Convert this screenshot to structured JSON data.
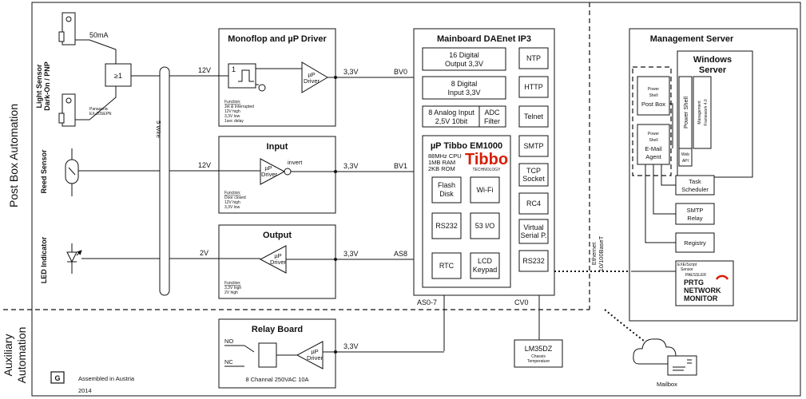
{
  "side": {
    "post_box_automation": "Post Box Automation",
    "auxiliary": "Auxiliary",
    "automation": "Automation"
  },
  "sensors": {
    "light_line1": "Light Sensor",
    "light_line2": "Dark-On / PNP",
    "current": "50mA",
    "panasonic_line1": "Panasonic",
    "panasonic_line2": "EX-20SEPN",
    "reed": "Reed Sensor",
    "led": "LED Indicator"
  },
  "or_gate": "≥1",
  "wire_bus": "5 Wire",
  "monoflop": {
    "title": "Monoflop and µP Driver",
    "in_volt": "12V",
    "out_volt": "3,3V",
    "signal": "BV0",
    "driver_line1": "µP",
    "driver_line2": "Driver",
    "func_title": "Function:",
    "func_lines": [
      "Jet & Interrupted",
      "12V high",
      "3,3V low",
      "1sec delay"
    ]
  },
  "input": {
    "title": "Input",
    "invert": "invert",
    "in_volt": "12V",
    "out_volt": "3,3V",
    "signal": "BV1",
    "driver_line1": "µP",
    "driver_line2": "Driver",
    "func_title": "Function:",
    "func_lines": [
      "Door closed",
      "12V high",
      "3,3V low"
    ]
  },
  "output": {
    "title": "Output",
    "in_volt": "2V",
    "out_volt": "3,3V",
    "signal": "AS8",
    "driver_line1": "µP",
    "driver_line2": "Driver",
    "func_title": "Function:",
    "func_lines": [
      "3,3V high",
      "2V high"
    ]
  },
  "mainboard": {
    "title": "Mainboard DAEnet IP3",
    "digital_out_line1": "16 Digital",
    "digital_out_line2": "Output 3,3V",
    "digital_in_line1": "8 Digital",
    "digital_in_line2": "Input 3,3V",
    "analog_line1": "8 Analog Input",
    "analog_line2": "2,5V 10bit",
    "adc_line1": "ADC",
    "adc_line2": "Filter",
    "tibbo_title": "µP Tibbo EM1000",
    "tibbo_specs": [
      "88MHz CPU",
      "1MB RAM",
      "2KB ROM"
    ],
    "tibbo_logo": "Tibbo",
    "tibbo_logo_sub": "TECHNOLOGY",
    "flash_line1": "Flash",
    "flash_line2": "Disk",
    "wifi": "Wi-Fi",
    "rs232_inner": "RS232",
    "io": "53 I/O",
    "rtc": "RTC",
    "lcd_line1": "LCD",
    "lcd_line2": "Keypad",
    "right_col": [
      [
        "NTP"
      ],
      [
        "HTTP"
      ],
      [
        "Telnet"
      ],
      [
        "SMTP"
      ],
      [
        "TCP",
        "Socket"
      ],
      [
        "RC4"
      ],
      [
        "Virtual",
        "Serial P."
      ],
      [
        "RS232"
      ]
    ],
    "as_label": "AS0-7",
    "cv_label": "CV0"
  },
  "ethernet_line1": "Ethernet",
  "ethernet_line2": "10/100BaseT",
  "server": {
    "title": "Management Server",
    "windows_line1": "Windows",
    "windows_line2": "Server",
    "ps_post_line1": "Power",
    "ps_post_line2": "Shell",
    "ps_post_line3": "Post Box",
    "ps_mail_line1": "Power",
    "ps_mail_line2": "Shell",
    "ps_mail_line3": "E-Mail",
    "ps_mail_line4": "Agent",
    "powershell_vertical": "Power Shell",
    "framework_line1": "Management",
    "framework_line2": "Framework 4.0",
    "webapi_line1": "Web",
    "webapi_line2": "API",
    "task_line1": "Task",
    "task_line2": "Scheduler",
    "smtp_line1": "SMTP",
    "smtp_line2": "Relay",
    "registry": "Registry",
    "exe_script": "EXE/Script",
    "sensor": "Sensor",
    "paessler": "PAESSLER",
    "prtg_line1": "PRTG",
    "prtg_line2": "NETWORK",
    "prtg_line3": "MONITOR"
  },
  "mailbox": "Mailbox",
  "relay": {
    "title": "Relay Board",
    "no": "NO",
    "nc": "NC",
    "driver_line1": "µP",
    "driver_line2": "Driver",
    "out_volt": "3,3V",
    "spec": "8 Channal 250VAC 10A"
  },
  "lm35": {
    "title": "LM35DZ",
    "sub_line1": "Chassis",
    "sub_line2": "Temperature"
  },
  "footer": {
    "logo": "G",
    "assembled": "Assembled in Austria",
    "year": "2014"
  }
}
